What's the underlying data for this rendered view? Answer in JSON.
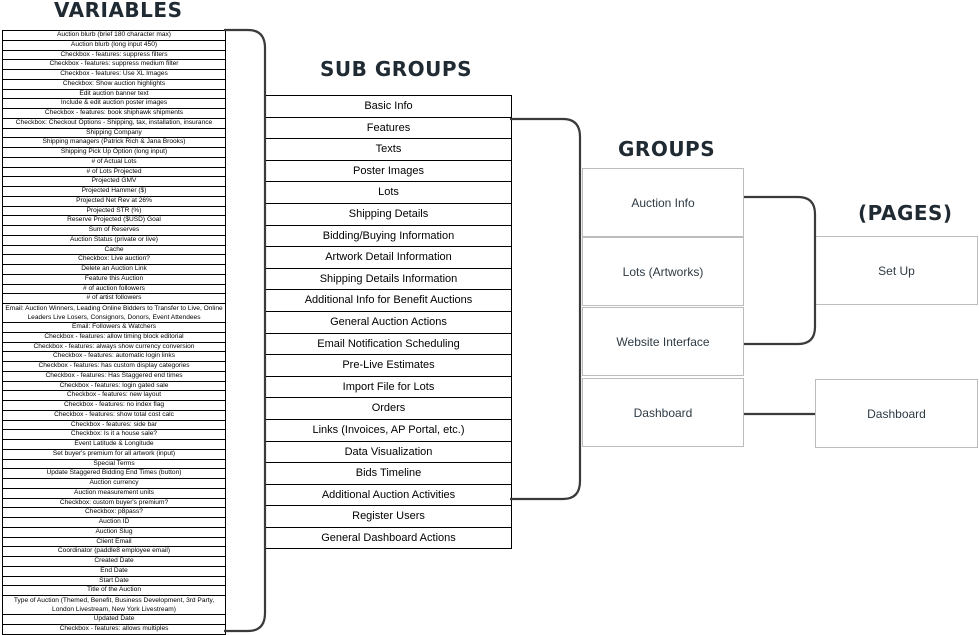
{
  "headings": {
    "variables": "VARIABLES",
    "sub_groups": "SUB GROUPS",
    "groups": "GROUPS",
    "pages": "(PAGES)"
  },
  "variables": [
    "Auction blurb (brief 180 character max)",
    "Auction blurb (long input 450)",
    "Checkbox - features: suppress filters",
    "Checkbox - features: suppress medium filter",
    "Checkbox - features: Use XL Images",
    "Checkbox: Show auction highlights",
    "Edit auction banner text",
    "Include & edit auction poster images",
    "Checkbox - features: book shiphawk shipments",
    "Checkbox: Checkout Options - Shipping, tax, installation, insurance",
    "Shipping Company",
    "Shipping managers (Patrick Rich & Jana Brooks)",
    "Shipping Pick Up Option (long input)",
    "# of Actual Lots",
    "# of Lots Projected",
    "Projected GMV",
    "Projected Hammer ($)",
    "Projected Net Rev at 26%",
    "Projected STR (%)",
    "Reserve Projected ($USD) Goal",
    "Sum of Reserves",
    "Auction Status (private or live)",
    "Cache",
    "Checkbox: Live auction?",
    "Delete an Auction Link",
    "Feature this Auction",
    "# of auction followers",
    "# of artist followers",
    "Email: Auction Winners, Leading Online Bidders to Transfer to Live, Online Leaders Live Losers, Consignors, Donors, Event Attendees",
    "Email: Followers & Watchers",
    "Checkbox - features: allow timing block editorial",
    "Checkbox - features: always show currency conversion",
    "Checkbox - features: automatic login links",
    "Checkbox - features: has custom display categories",
    "Checkbox - features: Has Staggered end times",
    "Checkbox - features: login gated sale",
    "Checkbox - features: new layout",
    "Checkbox - features: no index flag",
    "Checkbox - features: show total cost calc",
    "Checkbox - features: side bar",
    "Checkbox: Is it a house sale?",
    "Event Latitude & Longitude",
    "Set buyer's premium for all artwork (input)",
    "Special Terms",
    "Update Staggered Bidding End Times (button)",
    "Auction currency",
    "Auction measurement units",
    "Checkbox: custom buyer's premium?",
    "Checkbox: p8pass?",
    "Auction ID",
    "Auction Slug",
    "Client Email",
    "Coordinator (paddle8 employee email)",
    "Created Date",
    "End Date",
    "Start Date",
    "Title of the Auction",
    "Type of Auction (Themed, Benefit, Business Development, 3rd Party, London Livestream, New York Livestream)",
    "Updated Date",
    "Checkbox - features: allows multiples"
  ],
  "sub_groups": [
    "Basic Info",
    "Features",
    "Texts",
    "Poster Images",
    "Lots",
    "Shipping Details",
    "Bidding/Buying Information",
    "Artwork Detail Information",
    "Shipping Details Information",
    "Additional Info for Benefit Auctions",
    "General Auction Actions",
    "Email Notification Scheduling",
    "Pre-Live Estimates",
    "Import File for Lots",
    "Orders",
    "Links (Invoices, AP Portal, etc.)",
    "Data Visualization",
    "Bids Timeline",
    "Additional Auction Activities",
    "Register Users",
    "General Dashboard Actions"
  ],
  "groups": [
    "Auction Info",
    "Lots (Artworks)",
    "Website Interface",
    "Dashboard"
  ],
  "pages": [
    "Set Up",
    "Dashboard"
  ],
  "colors": {
    "heading": "#1f2a33",
    "connector": "#3a3a3a",
    "box_border": "#bcbcbc",
    "box_text": "#2d3a44"
  }
}
